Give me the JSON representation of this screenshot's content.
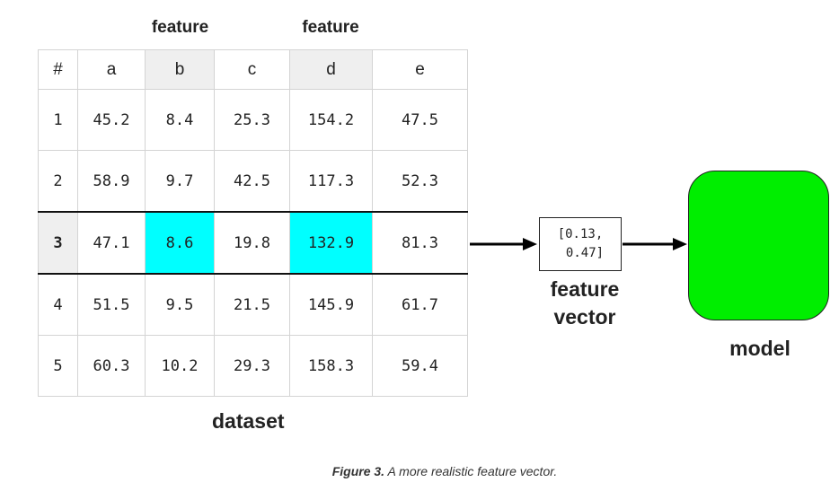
{
  "feature_labels": [
    "feature",
    "feature"
  ],
  "table": {
    "headers": [
      "#",
      "a",
      "b",
      "c",
      "d",
      "e"
    ],
    "rows": [
      [
        "1",
        "45.2",
        "8.4",
        "25.3",
        "154.2",
        "47.5"
      ],
      [
        "2",
        "58.9",
        "9.7",
        "42.5",
        "117.3",
        "52.3"
      ],
      [
        "3",
        "47.1",
        "8.6",
        "19.8",
        "132.9",
        "81.3"
      ],
      [
        "4",
        "51.5",
        "9.5",
        "21.5",
        "145.9",
        "61.7"
      ],
      [
        "5",
        "60.3",
        "10.2",
        "29.3",
        "158.3",
        "59.4"
      ]
    ]
  },
  "highlight_color": "#00ffff",
  "model_color": "#00ee00",
  "dataset_label": "dataset",
  "vector": {
    "line1": "[0.13,",
    "line2": "0.47]"
  },
  "vector_label": {
    "line1": "feature",
    "line2": "vector"
  },
  "model_label": "model",
  "caption": {
    "prefix": "Figure 3.",
    "text": " A more realistic feature vector."
  }
}
